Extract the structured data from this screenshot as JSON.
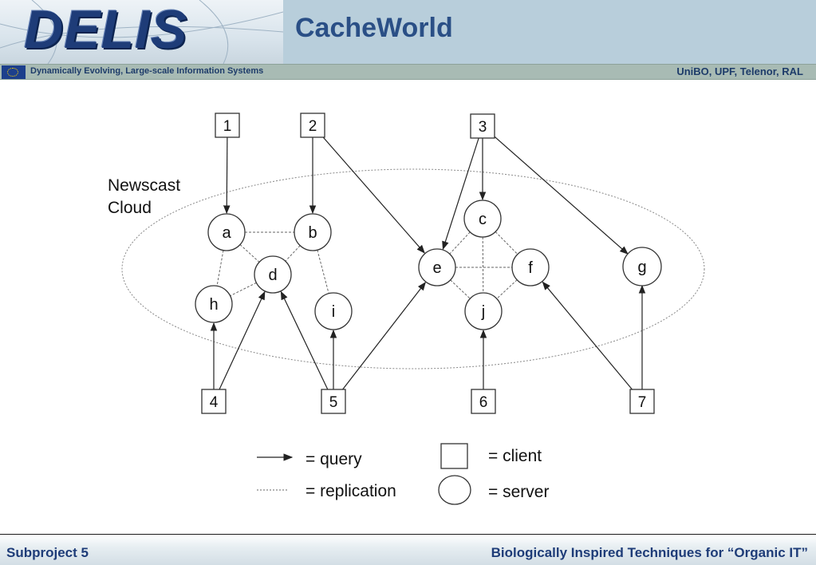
{
  "header": {
    "logo_text": "DELIS",
    "title": "CacheWorld",
    "project_name": "Dynamically Evolving, Large-scale Information Systems",
    "partners": "UniBO, UPF, Telenor, RAL"
  },
  "diagram": {
    "cloud_label_line1": "Newscast",
    "cloud_label_line2": "Cloud",
    "clients": {
      "c1": "1",
      "c2": "2",
      "c3": "3",
      "c4": "4",
      "c5": "5",
      "c6": "6",
      "c7": "7"
    },
    "servers": {
      "a": "a",
      "b": "b",
      "c": "c",
      "d": "d",
      "e": "e",
      "f": "f",
      "g": "g",
      "h": "h",
      "i": "i",
      "j": "j"
    },
    "queries": [
      [
        "1",
        "a"
      ],
      [
        "2",
        "b"
      ],
      [
        "2",
        "e"
      ],
      [
        "3",
        "c"
      ],
      [
        "3",
        "e"
      ],
      [
        "3",
        "g"
      ],
      [
        "4",
        "h"
      ],
      [
        "4",
        "d"
      ],
      [
        "5",
        "d"
      ],
      [
        "5",
        "i"
      ],
      [
        "5",
        "e"
      ],
      [
        "6",
        "j"
      ],
      [
        "7",
        "f"
      ],
      [
        "7",
        "g"
      ]
    ],
    "replications": [
      [
        "a",
        "b"
      ],
      [
        "a",
        "d"
      ],
      [
        "a",
        "h"
      ],
      [
        "b",
        "d"
      ],
      [
        "b",
        "i"
      ],
      [
        "d",
        "h"
      ],
      [
        "c",
        "e"
      ],
      [
        "c",
        "f"
      ],
      [
        "c",
        "j"
      ],
      [
        "e",
        "f"
      ],
      [
        "e",
        "j"
      ],
      [
        "f",
        "j"
      ]
    ]
  },
  "legend": {
    "query": "= query",
    "replication": "= replication",
    "client": "= client",
    "server": "= server"
  },
  "footer": {
    "left": "Subproject 5",
    "right": "Biologically Inspired Techniques for “Organic IT”"
  }
}
